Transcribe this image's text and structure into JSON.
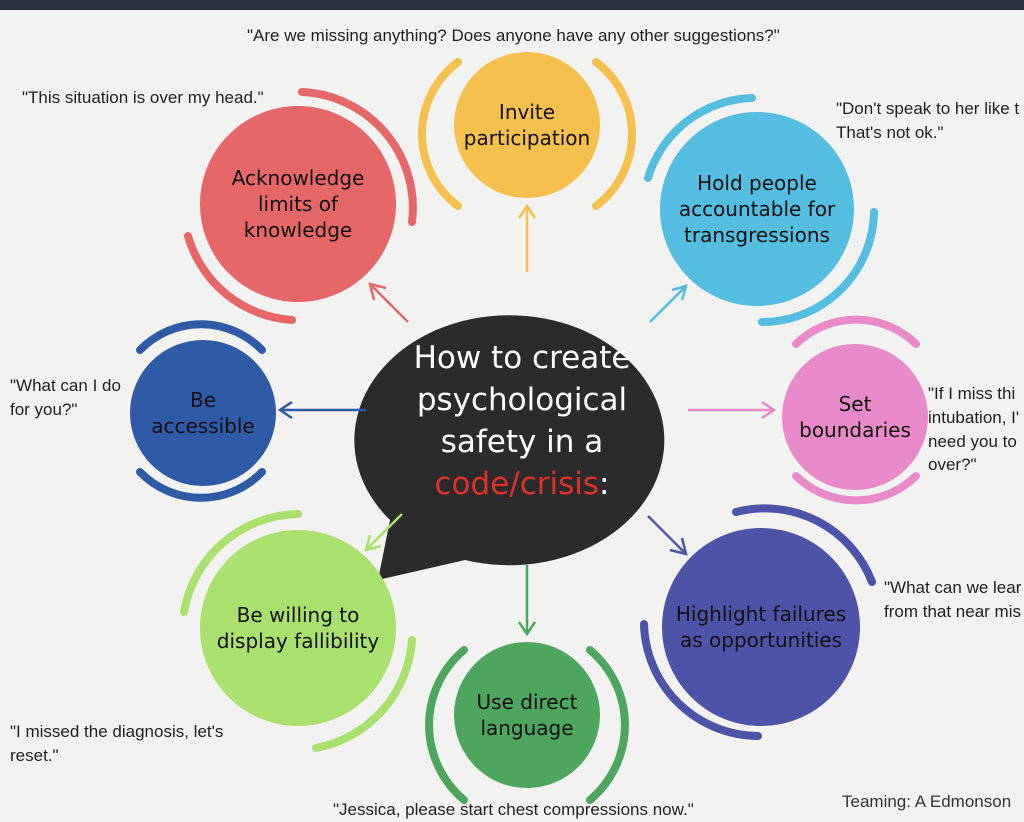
{
  "center": {
    "line1": "How to create",
    "line2": "psychological",
    "line3": "safety in a",
    "highlight": "code/crisis",
    "colon": ":"
  },
  "nodes": [
    {
      "label": "Invite\nparticipation",
      "color": "#f5c04e",
      "quote": "\"Are we missing anything? Does anyone have any other suggestions?\""
    },
    {
      "label": "Hold people\naccountable for\ntransgressions",
      "color": "#55bde0",
      "quote": "\"Don't speak to her like t\nThat's not ok.\""
    },
    {
      "label": "Set\nboundaries",
      "color": "#e88ac8",
      "quote": "\"If I miss thi\nintubation, I'\nneed you to\nover?\""
    },
    {
      "label": "Highlight failures\nas opportunities",
      "color": "#4d53a7",
      "quote": "\"What can we lear\nfrom that near mis"
    },
    {
      "label": "Use direct\nlanguage",
      "color": "#4ea65e",
      "quote": "\"Jessica, please start chest compressions now.\""
    },
    {
      "label": "Be willing to\ndisplay fallibility",
      "color": "#a9e06e",
      "quote": "\"I missed the diagnosis, let's\nreset.\""
    },
    {
      "label": "Be\naccessible",
      "color": "#2f5aa6",
      "quote": "\"What can I do\nfor you?\""
    },
    {
      "label": "Acknowledge\nlimits of\nknowledge",
      "color": "#e66767",
      "quote": "\"This situation is over my head.\""
    }
  ],
  "credit": "Teaming: A Edmonson"
}
